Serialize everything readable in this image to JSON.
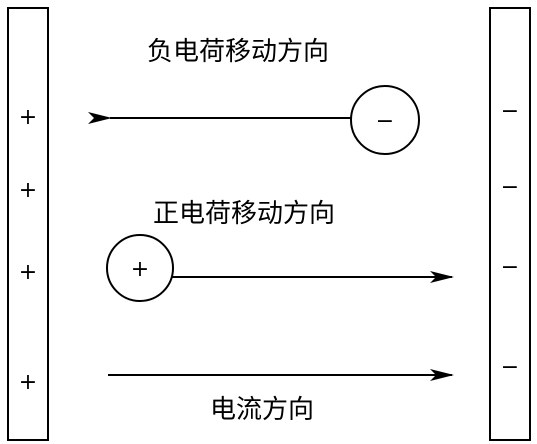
{
  "labels": {
    "negative_charge_direction": "负电荷移动方向",
    "positive_charge_direction": "正电荷移动方向",
    "current_direction": "电流方向"
  },
  "left_plate": {
    "signs": [
      "+",
      "+",
      "+",
      "+"
    ]
  },
  "right_plate": {
    "signs": [
      "−",
      "−",
      "−",
      "−"
    ]
  },
  "negative_charge": {
    "symbol": "−"
  },
  "positive_charge": {
    "symbol": "+"
  }
}
